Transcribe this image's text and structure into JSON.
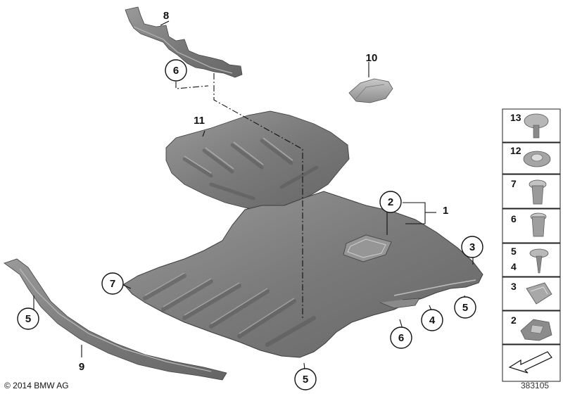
{
  "callouts": {
    "part_1": "1",
    "part_2": "2",
    "part_3": "3",
    "part_4": "4",
    "part_5_left": "5",
    "part_5_right": "5",
    "part_5_bottom": "5",
    "part_6_top": "6",
    "part_6_bottom": "6",
    "part_7": "7",
    "part_8": "8",
    "part_9": "9",
    "part_10": "10",
    "part_11": "11"
  },
  "legend": {
    "items": [
      {
        "labels": [
          "13"
        ],
        "icon": "push-rivet-icon"
      },
      {
        "labels": [
          "12"
        ],
        "icon": "washer-icon"
      },
      {
        "labels": [
          "7"
        ],
        "icon": "expanding-rivet-icon"
      },
      {
        "labels": [
          "6"
        ],
        "icon": "expanding-nut-icon"
      },
      {
        "labels": [
          "5",
          "4"
        ],
        "icon": "screw-icon"
      },
      {
        "labels": [
          "3"
        ],
        "icon": "clip-nut-icon"
      },
      {
        "labels": [
          "2"
        ],
        "icon": "cover-flap-icon"
      },
      {
        "labels": [
          ""
        ],
        "icon": "direction-arrow-icon"
      }
    ]
  },
  "footer": {
    "copyright": "© 2014 BMW AG",
    "diagram_number": "383105"
  },
  "colors": {
    "panel": "#7d7d7d",
    "panel_dark": "#5e5e5e",
    "panel_light": "#a9a9a9",
    "line": "#111111"
  }
}
